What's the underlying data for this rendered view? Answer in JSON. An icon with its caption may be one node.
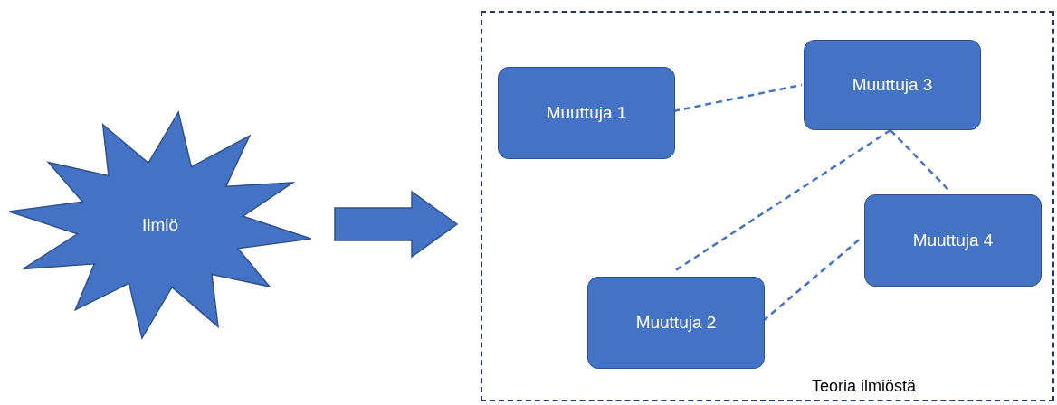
{
  "diagram": {
    "nodes": [
      {
        "text": [
          "Ilmiö"
        ]
      },
      {
        "text": [
          "Teoria ilmiöstä"
        ]
      },
      {
        "text": [
          "Muuttuja 1"
        ],
        "in": 1
      },
      {
        "text": [
          "Muuttuja 3"
        ],
        "in": 1
      },
      {
        "text": [
          "Muuttuja 4"
        ],
        "in": 1
      },
      {
        "text": [
          "Muuttuja 2"
        ],
        "in": 1
      }
    ],
    "edges": [
      {
        "from": 0,
        "to": 1,
        "arrow": "to",
        "style": "thick"
      },
      {
        "from": 2,
        "to": 3,
        "arrow": "none",
        "style": "dashed"
      },
      {
        "from": 3,
        "to": 5,
        "arrow": "none",
        "style": "dashed"
      },
      {
        "from": 3,
        "to": 4,
        "arrow": "none",
        "style": "dashed"
      },
      {
        "from": 5,
        "to": 4,
        "arrow": "none",
        "style": "dashed"
      }
    ]
  }
}
